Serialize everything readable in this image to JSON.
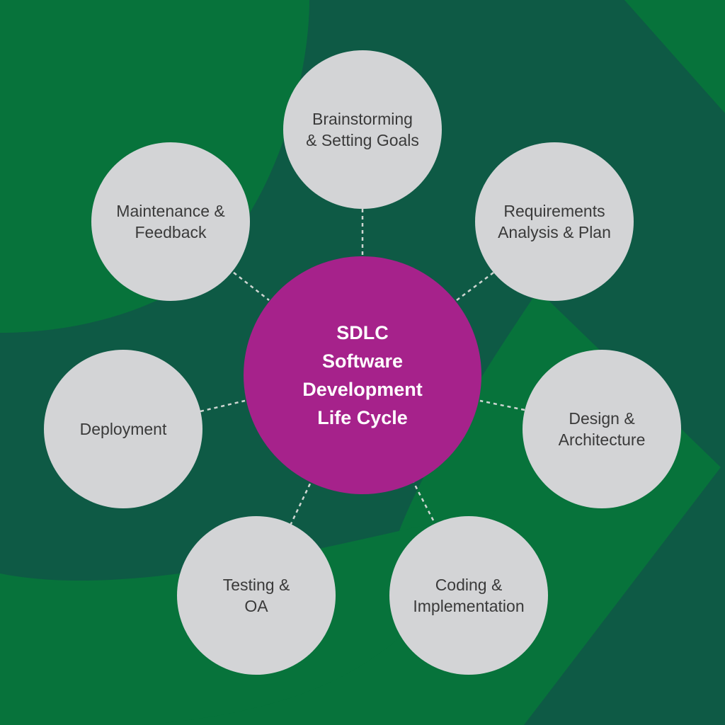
{
  "diagram": {
    "center": {
      "line1": "SDLC",
      "line2": "Software",
      "line3": "Development",
      "line4": "Life Cycle"
    },
    "stages": [
      {
        "line1": "Brainstorming",
        "line2": "& Setting Goals"
      },
      {
        "line1": "Requirements",
        "line2": "Analysis & Plan"
      },
      {
        "line1": "Design &",
        "line2": "Architecture"
      },
      {
        "line1": "Coding &",
        "line2": "Implementation"
      },
      {
        "line1": "Testing &",
        "line2": "OA"
      },
      {
        "line1": "Deployment",
        "line2": ""
      },
      {
        "line1": "Maintenance &",
        "line2": "Feedback"
      }
    ]
  },
  "colors": {
    "background_dark": "#0e5a45",
    "background_bright": "#07733b",
    "node_fill": "#d3d4d6",
    "center_fill": "#a6228b",
    "connector": "#cfd6d2"
  }
}
